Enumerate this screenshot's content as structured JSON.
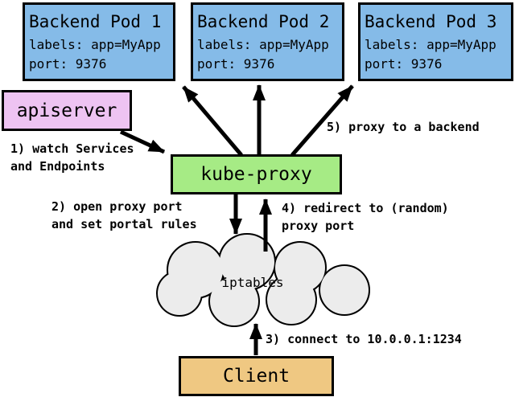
{
  "diagram": {
    "pods": [
      {
        "title": "Backend Pod 1",
        "labels_line": "labels: app=MyApp",
        "port_line": "port: 9376"
      },
      {
        "title": "Backend Pod 2",
        "labels_line": "labels: app=MyApp",
        "port_line": "port: 9376"
      },
      {
        "title": "Backend Pod 3",
        "labels_line": "labels: app=MyApp",
        "port_line": "port: 9376"
      }
    ],
    "apiserver": {
      "label": "apiserver"
    },
    "kube_proxy": {
      "label": "kube-proxy"
    },
    "iptables": {
      "label": "iptables"
    },
    "client": {
      "label": "Client"
    },
    "steps": [
      {
        "text": "1) watch Services\nand Endpoints"
      },
      {
        "text": "2) open proxy port\nand set portal rules"
      },
      {
        "text": "3) connect to 10.0.0.1:1234"
      },
      {
        "text": "4) redirect to (random)\nproxy port"
      },
      {
        "text": "5) proxy to a backend"
      }
    ],
    "colors": {
      "pod_fill": "#85BBE8",
      "apiserver_fill": "#EEC3F2",
      "kube_proxy_fill": "#A6EB85",
      "client_fill": "#EFC882",
      "cloud_fill": "#ECECEC",
      "outline": "#000000"
    }
  }
}
